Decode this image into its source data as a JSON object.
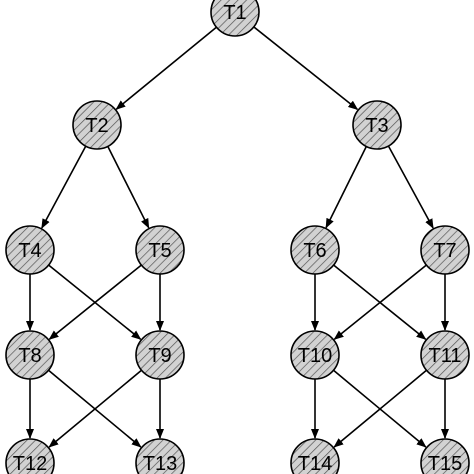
{
  "nodes": [
    {
      "id": "T1",
      "label": "T1"
    },
    {
      "id": "T2",
      "label": "T2"
    },
    {
      "id": "T3",
      "label": "T3"
    },
    {
      "id": "T4",
      "label": "T4"
    },
    {
      "id": "T5",
      "label": "T5"
    },
    {
      "id": "T6",
      "label": "T6"
    },
    {
      "id": "T7",
      "label": "T7"
    },
    {
      "id": "T8",
      "label": "T8"
    },
    {
      "id": "T9",
      "label": "T9"
    },
    {
      "id": "T10",
      "label": "T10"
    },
    {
      "id": "T11",
      "label": "T11"
    },
    {
      "id": "T12",
      "label": "T12"
    },
    {
      "id": "T13",
      "label": "T13"
    },
    {
      "id": "T14",
      "label": "T14"
    },
    {
      "id": "T15",
      "label": "T15"
    }
  ],
  "edges": [
    [
      "T1",
      "T2"
    ],
    [
      "T1",
      "T3"
    ],
    [
      "T2",
      "T4"
    ],
    [
      "T2",
      "T5"
    ],
    [
      "T3",
      "T6"
    ],
    [
      "T3",
      "T7"
    ],
    [
      "T4",
      "T8"
    ],
    [
      "T4",
      "T9"
    ],
    [
      "T5",
      "T8"
    ],
    [
      "T5",
      "T9"
    ],
    [
      "T6",
      "T10"
    ],
    [
      "T6",
      "T11"
    ],
    [
      "T7",
      "T10"
    ],
    [
      "T7",
      "T11"
    ],
    [
      "T8",
      "T12"
    ],
    [
      "T8",
      "T13"
    ],
    [
      "T9",
      "T12"
    ],
    [
      "T9",
      "T13"
    ],
    [
      "T10",
      "T14"
    ],
    [
      "T10",
      "T15"
    ],
    [
      "T11",
      "T14"
    ],
    [
      "T11",
      "T15"
    ]
  ],
  "style": {
    "node_fill": "#d2d2d2",
    "hatch_color": "#555555",
    "stroke_color": "#000000"
  }
}
